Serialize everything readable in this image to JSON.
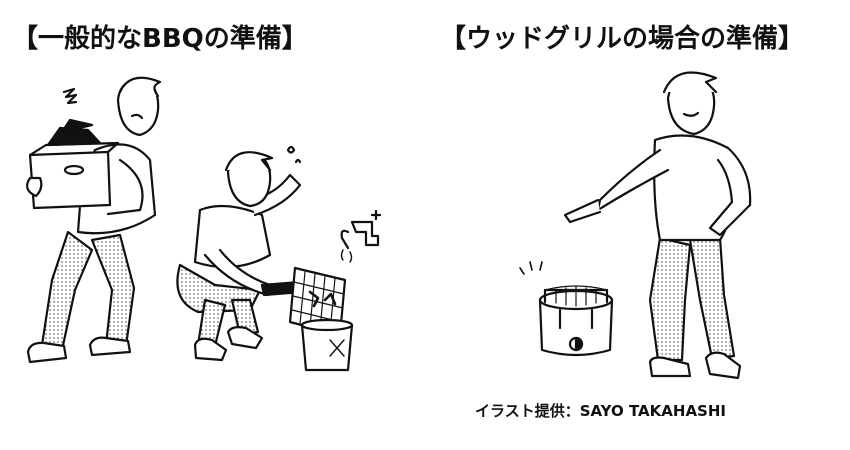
{
  "headings": {
    "left": "【一般的なBBQの準備】",
    "right": "【ウッドグリルの場合の準備】"
  },
  "credit": "イラスト提供：SAYO TAKAHASHI",
  "colors": {
    "ink": "#111111",
    "background": "#ffffff",
    "shade": "#bdbdbd"
  }
}
